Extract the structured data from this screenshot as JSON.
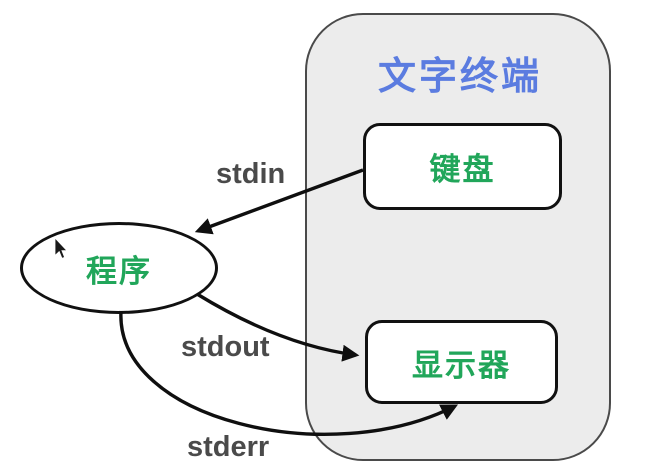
{
  "diagram": {
    "title": "文字终端",
    "description_type": "stdio-terminal-diagram"
  },
  "terminal": {
    "title": "文字终端"
  },
  "nodes": {
    "keyboard": "键盘",
    "program": "程序",
    "display": "显示器"
  },
  "streams": [
    {
      "label": "stdin",
      "from": "keyboard",
      "to": "program"
    },
    {
      "label": "stdout",
      "from": "program",
      "to": "display"
    },
    {
      "label": "stderr",
      "from": "program",
      "to": "display"
    }
  ],
  "icons": {
    "cursor": "mouse-pointer"
  },
  "colors": {
    "background": "#ffffff",
    "terminal_fill": "#ececec",
    "terminal_border": "#4a4a4a",
    "node_border": "#111111",
    "node_fill": "#ffffff",
    "title_blue": "#5b7ce0",
    "node_text_green": "#21a65a",
    "stream_label_gray": "#4a4a4a",
    "arrow_black": "#0f0f0f"
  }
}
